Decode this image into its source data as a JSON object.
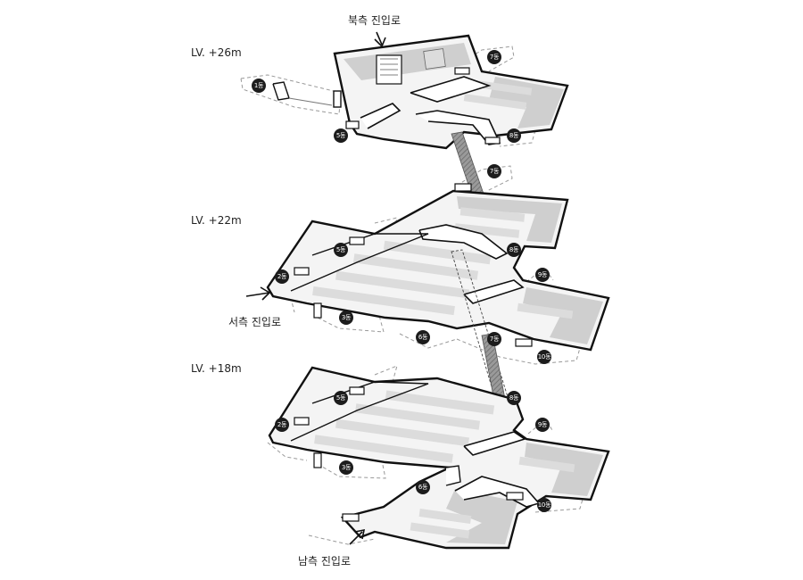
{
  "levels": [
    {
      "label": "LV. +26m"
    },
    {
      "label": "LV. +22m"
    },
    {
      "label": "LV. +18m"
    }
  ],
  "entrances": {
    "north": "북측 진입로",
    "west": "서측 진입로",
    "south": "남측 진입로"
  },
  "badges": {
    "lv26": [
      "1동",
      "5동",
      "7동",
      "8동"
    ],
    "lv22": [
      "7동",
      "5동",
      "2동",
      "8동",
      "9동",
      "3동",
      "6동",
      "7동",
      "10동"
    ],
    "lv18": [
      "5동",
      "8동",
      "2동",
      "9동",
      "3동",
      "6동",
      "10동"
    ]
  },
  "colors": {
    "floor_fill": "#f4f4f4",
    "stall_fill": "#dcdcdc",
    "band_fill": "#cfcfcf",
    "outline": "#111111",
    "badge": "#1c1c1c",
    "connector": "#8a8a8a"
  }
}
